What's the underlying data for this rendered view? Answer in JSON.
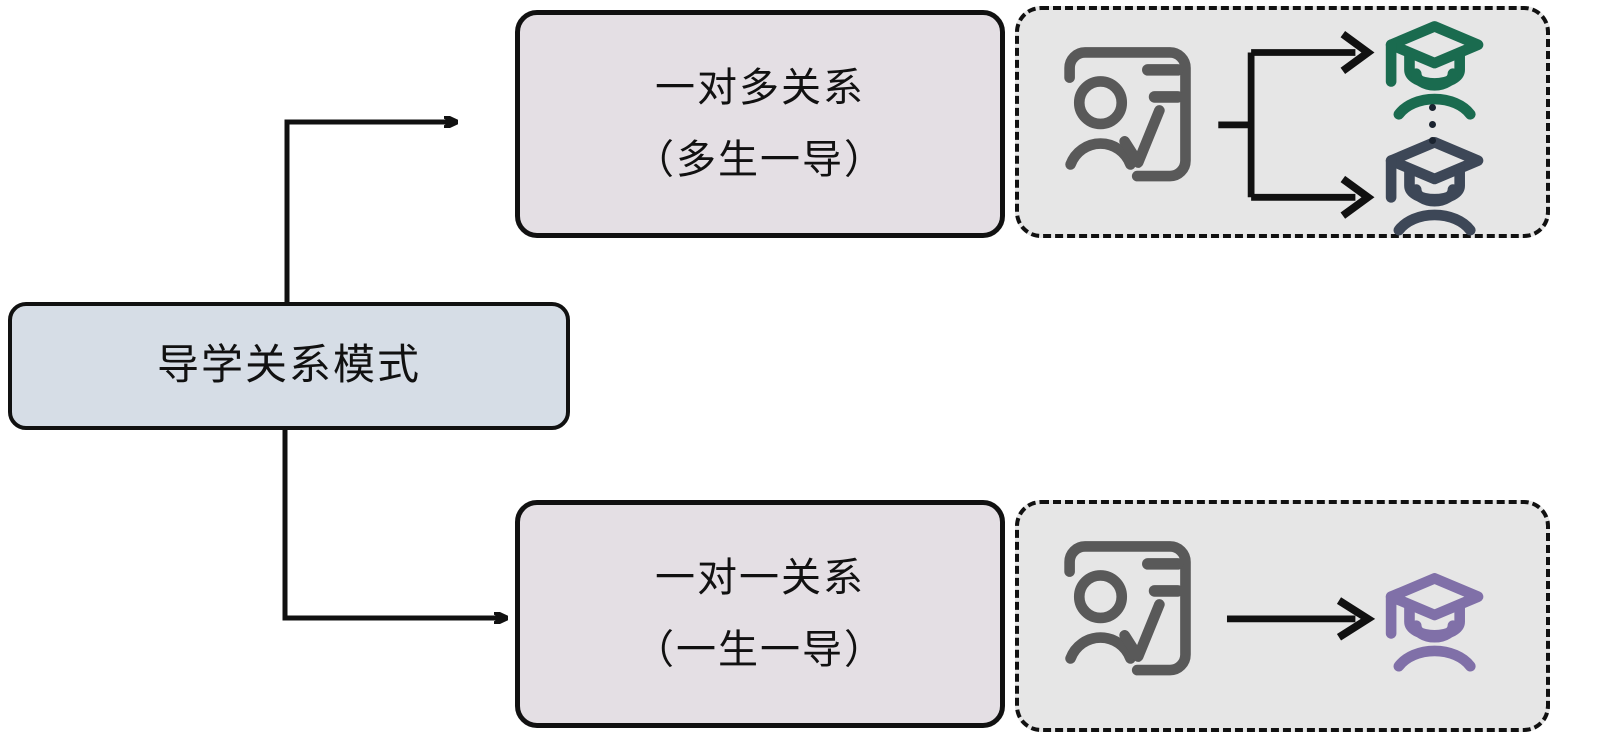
{
  "diagram": {
    "title": "导学关系模式",
    "root": {
      "label": "导学关系模式",
      "fill": "#d6dde6",
      "stroke": "#111111"
    },
    "branches": [
      {
        "id": "one-to-many",
        "line1": "一对多关系",
        "line2": "（多生一导）",
        "fill": "#e4dfe4",
        "illustration": {
          "panel_fill": "#e6e6e6",
          "panel_border_style": "dashed",
          "advisor_icon": "teacher-id-card-icon",
          "advisor_color": "#595959",
          "students": [
            {
              "icon": "graduate-icon",
              "color": "#1a6b4f"
            },
            {
              "icon": "graduate-icon",
              "color": "#3d4757"
            }
          ],
          "ellipsis": "⋮",
          "arrow_type": "branching",
          "arrow_color": "#111111"
        }
      },
      {
        "id": "one-to-one",
        "line1": "一对一关系",
        "line2": "（一生一导）",
        "fill": "#e4dfe4",
        "illustration": {
          "panel_fill": "#e6e6e6",
          "panel_border_style": "dashed",
          "advisor_icon": "teacher-id-card-icon",
          "advisor_color": "#595959",
          "students": [
            {
              "icon": "graduate-icon",
              "color": "#8070a8"
            }
          ],
          "arrow_type": "straight",
          "arrow_color": "#111111"
        }
      }
    ],
    "connectors": [
      {
        "id": "root-to-one-to-many",
        "from": "root",
        "to": "one-to-many",
        "style": "elbow-arrow"
      },
      {
        "id": "root-to-one-to-one",
        "from": "root",
        "to": "one-to-one",
        "style": "elbow-arrow"
      }
    ]
  }
}
